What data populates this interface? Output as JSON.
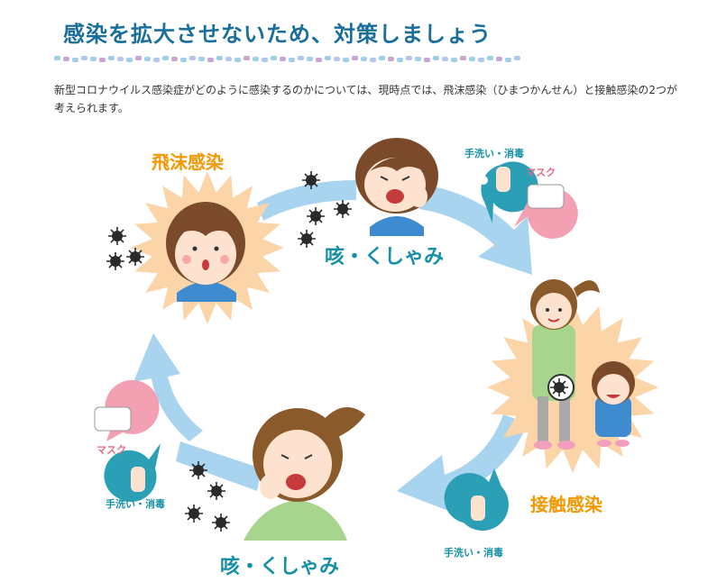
{
  "heading": {
    "title": "感染を拡大させないため、対策しましょう",
    "intro": "新型コロナウイルス感染症がどのように感染するのかについては、現時点では、飛沫感染（ひまつかんせん）と接触感染の2つが考えられます。"
  },
  "diagram": {
    "droplet_infection": "飛沫感染",
    "contact_infection": "接触感染",
    "cough_sneeze_top": "咳・くしゃみ",
    "cough_sneeze_bottom": "咳・くしゃみ",
    "handwash_top": "手洗い・消毒",
    "mask_top": "マスク",
    "handwash_right": "手洗い・消毒",
    "mask_left": "マスク",
    "handwash_left": "手洗い・消毒"
  },
  "colors": {
    "title": "#1a6e9c",
    "orange_label": "#f39800",
    "teal_label": "#1690a8",
    "arrow": "#a9d4ef",
    "burst": "#fbd4a8",
    "teal_bubble": "#2a9fb5",
    "pink_bubble": "#f3a1b2"
  },
  "icons": [
    "virus-icon",
    "hand-wash-icon",
    "mask-icon",
    "starburst-icon",
    "cycle-arrow-icon"
  ]
}
